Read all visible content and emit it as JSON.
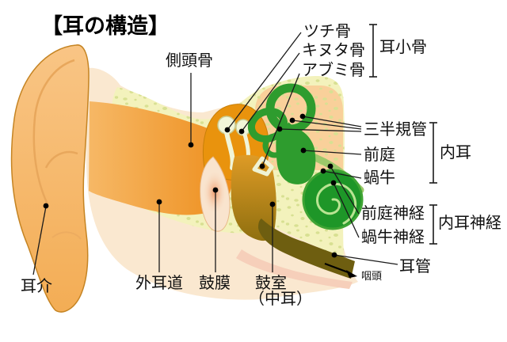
{
  "title": "【耳の構造】",
  "labels": {
    "temporal_bone": "側頭骨",
    "malleus": "ツチ骨",
    "incus": "キヌタ骨",
    "stapes": "アブミ骨",
    "ossicles": "耳小骨",
    "semicircular_canals": "三半規管",
    "vestibule": "前庭",
    "cochlea": "蝸牛",
    "inner_ear": "内耳",
    "vestibular_nerve": "前庭神経",
    "cochlear_nerve": "蝸牛神経",
    "vestibulocochlear_nerve": "内耳神経",
    "eustachian_tube": "耳管",
    "pharynx": "咽頭",
    "auricle": "耳介",
    "ear_canal": "外耳道",
    "eardrum": "鼓膜",
    "tympanic_cavity": "鼓室",
    "tympanic_cavity_note": "（中耳）"
  },
  "colors": {
    "skin_cream": "#FAE8D0",
    "pink_strip": "#F6CFBA",
    "outer_ear_orange": "#F7BD74",
    "bone": "#F3F2BC",
    "bone_speckle": "#D8E092",
    "petrous_tint": "#FAC791",
    "canal_orange": "#EE8E1C",
    "epitympanum_orange": "#E9930D",
    "ossicle_pale": "#F1F5D8",
    "eardrum_base": "#F9E4CE",
    "eardrum_pink": "#F09B6B",
    "middle_ear_gold": "#DE9B26",
    "eustachian_olive": "#6E5E10",
    "inner_ear_green": "#2E9C2E",
    "cochlea_green": "#1E9628",
    "spiral_light": "#B9E492",
    "nerve_light_green": "#9CC86A",
    "nerve_dark_green": "#85B550",
    "line_black": "#1A1A1A"
  }
}
